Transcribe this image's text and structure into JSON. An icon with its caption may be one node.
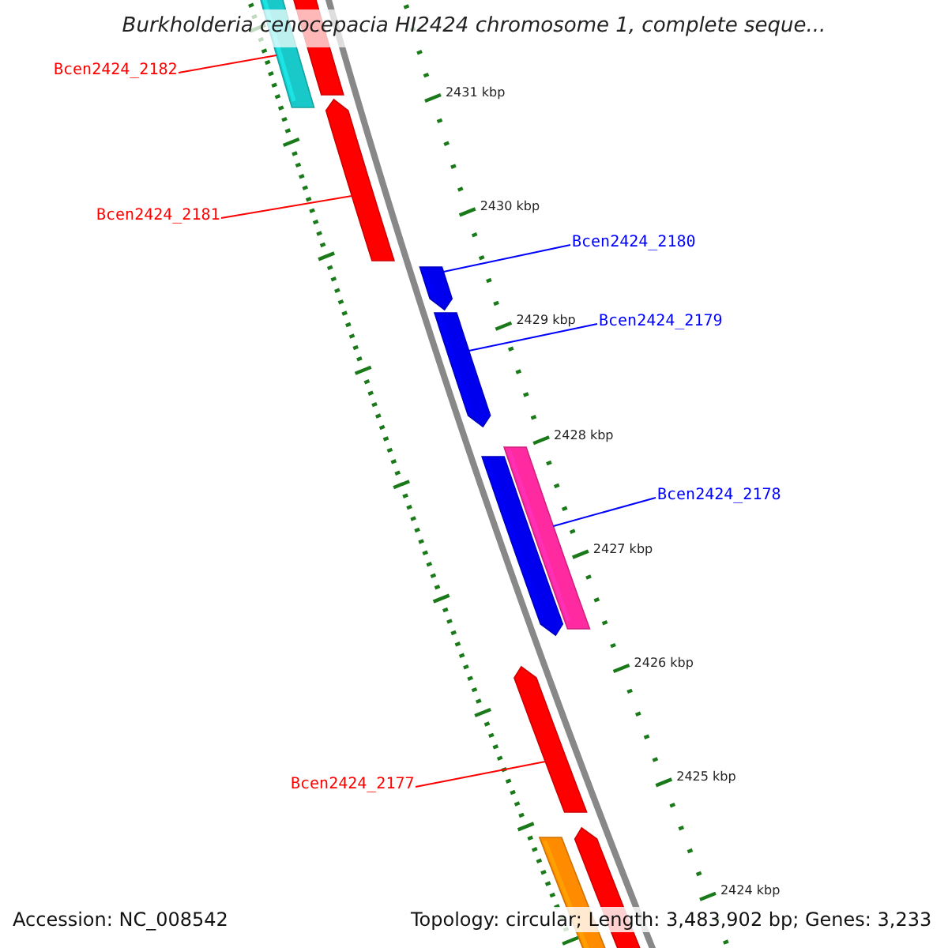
{
  "diagram": {
    "title": "Burkholderia cenocepacia HI2424 chromosome 1, complete seque...",
    "nodes": [
      {
        "text": [
          "Bcen2424_2182"
        ]
      },
      {
        "text": [
          "Bcen2424_2181"
        ]
      },
      {
        "text": [
          "Bcen2424_2180"
        ]
      },
      {
        "text": [
          "Bcen2424_2179"
        ]
      },
      {
        "text": [
          "Bcen2424_2178"
        ]
      },
      {
        "text": [
          "Bcen2424_2177"
        ]
      },
      {
        "text": [],
        "shape": "bar"
      },
      {
        "text": [],
        "shape": "bar"
      },
      {
        "text": [],
        "shape": "arrow"
      },
      {
        "text": [],
        "shape": "arrow"
      },
      {
        "text": [],
        "shape": "arrow"
      },
      {
        "text": [],
        "shape": "arrow"
      },
      {
        "text": [],
        "shape": "bar"
      },
      {
        "text": [],
        "shape": "arrow"
      },
      {
        "text": [],
        "shape": "bar"
      },
      {
        "text": [],
        "shape": "arrow"
      }
    ],
    "edges": [
      {
        "from": 0,
        "to": 6,
        "arrow": "none"
      },
      {
        "from": 1,
        "to": 8,
        "arrow": "none"
      },
      {
        "from": 2,
        "to": 9,
        "arrow": "none",
        "color": "#0000ff"
      },
      {
        "from": 3,
        "to": 10,
        "arrow": "none",
        "color": "#0000ff"
      },
      {
        "from": 4,
        "to": 12,
        "arrow": "none",
        "color": "#0000ff"
      },
      {
        "from": 5,
        "to": 13,
        "arrow": "none"
      }
    ],
    "labels": [
      "2431 kbp",
      "2430 kbp",
      "2429 kbp",
      "2428 kbp",
      "2427 kbp",
      "2426 kbp",
      "2425 kbp",
      "2424 kbp",
      "Accession: NC_008542",
      "Topology: circular; Length: 3,483,902 bp; Genes: 3,233"
    ]
  }
}
